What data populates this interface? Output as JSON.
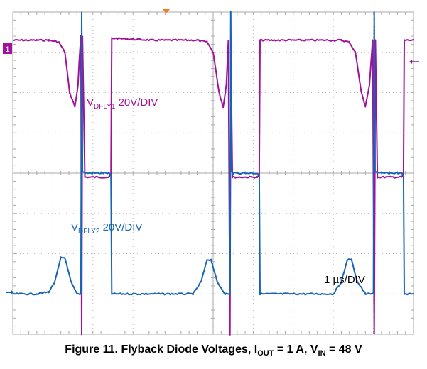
{
  "chart_data": {
    "type": "line",
    "title": "",
    "xlabel": "",
    "ylabel": "",
    "grid": true,
    "grid_divisions": {
      "x": 10,
      "y": 8
    },
    "time_scale": "1 µs/DIV",
    "xlim": [
      0,
      10
    ],
    "ylim": [
      -4,
      4
    ],
    "x_unit": "µs",
    "series": [
      {
        "name": "VDFLY1",
        "scale": "20V/DIV",
        "color": "#a0129a",
        "points": [
          [
            0.0,
            3.3
          ],
          [
            0.3,
            3.3
          ],
          [
            0.6,
            3.3
          ],
          [
            0.9,
            3.3
          ],
          [
            1.15,
            3.25
          ],
          [
            1.3,
            3.0
          ],
          [
            1.42,
            2.0
          ],
          [
            1.55,
            1.65
          ],
          [
            1.63,
            2.2
          ],
          [
            1.66,
            2.8
          ],
          [
            1.7,
            3.4
          ],
          [
            1.72,
            -4.0
          ],
          [
            1.74,
            3.4
          ],
          [
            1.8,
            -0.1
          ],
          [
            2.4,
            -0.1
          ],
          [
            2.45,
            -0.05
          ],
          [
            2.47,
            3.35
          ],
          [
            3.5,
            3.3
          ],
          [
            4.6,
            3.3
          ],
          [
            4.85,
            3.25
          ],
          [
            5.0,
            3.0
          ],
          [
            5.15,
            2.0
          ],
          [
            5.25,
            1.65
          ],
          [
            5.33,
            2.2
          ],
          [
            5.38,
            3.3
          ],
          [
            5.42,
            -4.0
          ],
          [
            5.44,
            3.3
          ],
          [
            5.48,
            -0.1
          ],
          [
            6.1,
            -0.1
          ],
          [
            6.15,
            -0.05
          ],
          [
            6.17,
            3.3
          ],
          [
            7.2,
            3.3
          ],
          [
            8.2,
            3.3
          ],
          [
            8.4,
            3.25
          ],
          [
            8.55,
            3.0
          ],
          [
            8.7,
            2.0
          ],
          [
            8.8,
            1.65
          ],
          [
            8.9,
            2.2
          ],
          [
            8.98,
            3.3
          ],
          [
            9.02,
            -4.0
          ],
          [
            9.05,
            3.3
          ],
          [
            9.1,
            -0.1
          ],
          [
            9.7,
            -0.1
          ],
          [
            9.75,
            -0.05
          ],
          [
            9.77,
            3.3
          ],
          [
            10.0,
            3.3
          ]
        ]
      },
      {
        "name": "VDFLY2",
        "scale": "20V/DIV",
        "color": "#1764b4",
        "points": [
          [
            0.0,
            -3.0
          ],
          [
            0.6,
            -3.0
          ],
          [
            0.9,
            -2.95
          ],
          [
            1.05,
            -2.7
          ],
          [
            1.2,
            -2.1
          ],
          [
            1.3,
            -2.1
          ],
          [
            1.45,
            -2.7
          ],
          [
            1.6,
            -3.0
          ],
          [
            1.7,
            -3.0
          ],
          [
            1.72,
            4.0
          ],
          [
            1.74,
            0.05
          ],
          [
            1.8,
            0.0
          ],
          [
            2.4,
            0.0
          ],
          [
            2.45,
            -0.05
          ],
          [
            2.47,
            -3.0
          ],
          [
            4.5,
            -3.0
          ],
          [
            4.7,
            -2.7
          ],
          [
            4.85,
            -2.15
          ],
          [
            4.95,
            -2.15
          ],
          [
            5.1,
            -2.7
          ],
          [
            5.3,
            -3.0
          ],
          [
            5.42,
            -3.0
          ],
          [
            5.44,
            4.0
          ],
          [
            5.46,
            0.05
          ],
          [
            5.5,
            0.0
          ],
          [
            6.1,
            0.0
          ],
          [
            6.15,
            -0.05
          ],
          [
            6.17,
            -3.0
          ],
          [
            8.0,
            -3.0
          ],
          [
            8.2,
            -2.7
          ],
          [
            8.35,
            -2.15
          ],
          [
            8.45,
            -2.15
          ],
          [
            8.6,
            -2.7
          ],
          [
            8.8,
            -3.0
          ],
          [
            9.0,
            -3.0
          ],
          [
            9.02,
            4.0
          ],
          [
            9.04,
            0.05
          ],
          [
            9.1,
            0.0
          ],
          [
            9.7,
            0.0
          ],
          [
            9.75,
            -0.05
          ],
          [
            9.77,
            -3.0
          ],
          [
            10.0,
            -3.0
          ]
        ]
      }
    ]
  },
  "labels": {
    "trace1_main": "V",
    "trace1_sub": "DFLY1",
    "trace1_scale": " 20V/DIV",
    "trace2_main": "V",
    "trace2_sub": "DFLY2",
    "trace2_scale": " 20V/DIV",
    "timebase": "1 µs/DIV"
  },
  "caption": {
    "prefix": "Figure 11. Flyback Diode Voltages, I",
    "sub1": "OUT",
    "mid": " = 1 A, V",
    "sub2": "IN",
    "suffix": " = 48 V"
  },
  "markers": {
    "ch1_ground": "1",
    "trigger_color": "#f07d1e"
  }
}
